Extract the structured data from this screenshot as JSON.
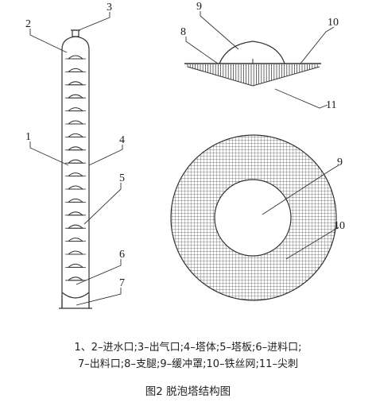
{
  "labels": {
    "n1": "1",
    "n2": "2",
    "n3": "3",
    "n4": "4",
    "n5": "5",
    "n6": "6",
    "n7": "7",
    "n8": "8",
    "n9a": "9",
    "n10a": "10",
    "n11": "11",
    "n9b": "9",
    "n10b": "10"
  },
  "legend": {
    "line1": "1、2–进水口;3–出气口;4–塔体;5–塔板;6–进料口;",
    "line2": "7–出料口;8–支腿;9–缓冲罩;10–铁丝网;11–尖刺"
  },
  "caption": "图2  脱泡塔结构图",
  "colors": {
    "line": "#333333",
    "mesh": "#555555"
  }
}
